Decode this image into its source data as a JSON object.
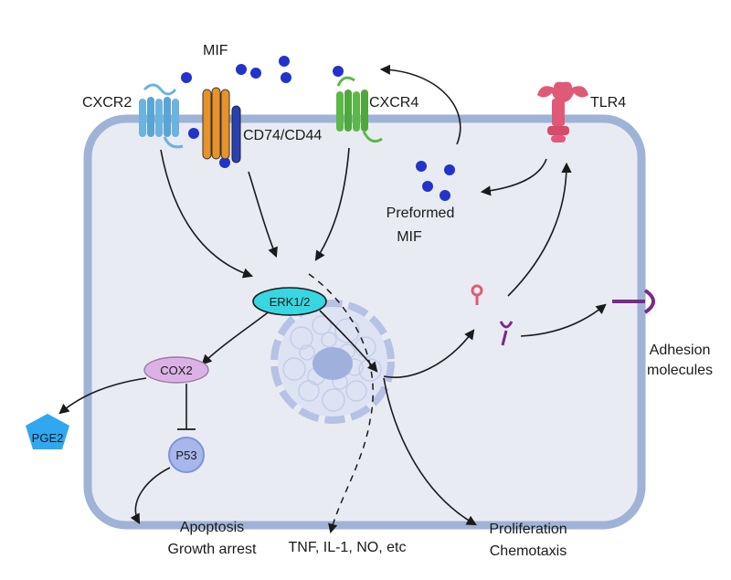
{
  "labels": {
    "mif": "MIF",
    "cxcr2": "CXCR2",
    "cd74_cd44": "CD74/CD44",
    "cxcr4": "CXCR4",
    "tlr4": "TLR4",
    "preformed": "Preformed",
    "preformed_mif": "MIF",
    "erk": "ERK1/2",
    "cox2": "COX2",
    "pge2": "PGE2",
    "p53": "P53",
    "apoptosis": "Apoptosis",
    "growth_arrest": "Growth arrest",
    "tnf": "TNF, IL-1, NO, etc",
    "proliferation": "Proliferation",
    "chemotaxis": "Chemotaxis",
    "adhesion": "Adhesion",
    "molecules": "molecules"
  },
  "colors": {
    "cell_fill": "#e9ebf3",
    "cell_border": "#9fb3d6",
    "mif_dot": "#2233cc",
    "cxcr2": "#6bb3e0",
    "cd74": "#e8922a",
    "cd44": "#2a3fb0",
    "cxcr4": "#5cb848",
    "tlr4": "#e05a78",
    "erk": "#38d6e0",
    "cox2": "#dcb2e6",
    "pge2": "#2fa8f0",
    "p53": "#a7b7ec",
    "nucleus": "#c3cde8",
    "adhesion": "#7a2a8a"
  }
}
